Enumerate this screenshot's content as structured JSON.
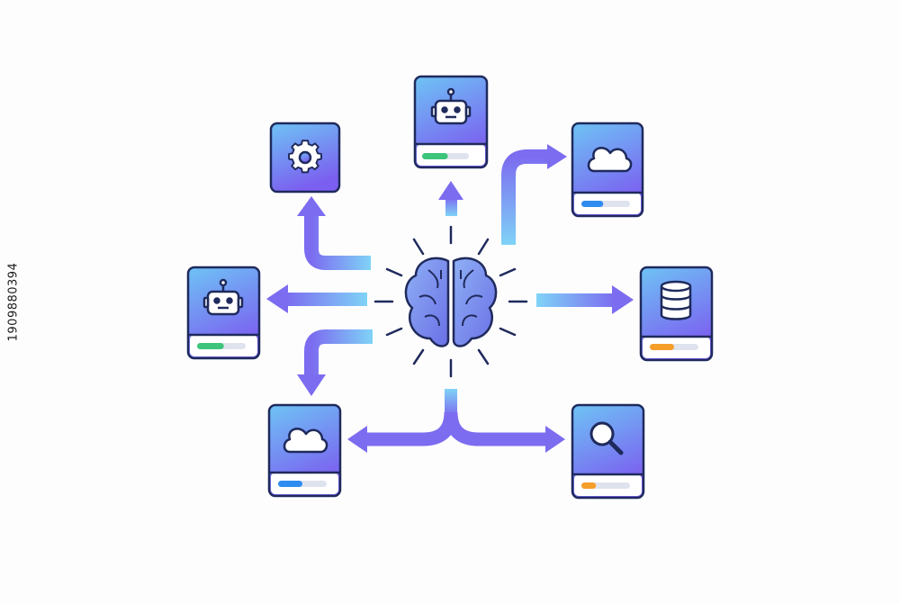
{
  "diagram": {
    "hub": {
      "icon": "brain-icon"
    },
    "nodes": [
      {
        "id": "gear",
        "icon": "gear-icon",
        "has_bar": false
      },
      {
        "id": "robot-top",
        "icon": "robot-icon",
        "has_bar": true,
        "bar_color": "#3cc47a",
        "bar_fill": 0.55
      },
      {
        "id": "cloud-top-right",
        "icon": "cloud-icon",
        "has_bar": true,
        "bar_color": "#2f8cf0",
        "bar_fill": 0.45
      },
      {
        "id": "robot-left",
        "icon": "robot-icon",
        "has_bar": true,
        "bar_color": "#3cc47a",
        "bar_fill": 0.55
      },
      {
        "id": "database-right",
        "icon": "database-icon",
        "has_bar": true,
        "bar_color": "#f59e2a",
        "bar_fill": 0.5
      },
      {
        "id": "cloud-bottom-left",
        "icon": "cloud-icon",
        "has_bar": true,
        "bar_color": "#2f8cf0",
        "bar_fill": 0.5
      },
      {
        "id": "search-bottom-right",
        "icon": "search-icon",
        "has_bar": true,
        "bar_color": "#f59e2a",
        "bar_fill": 0.3
      }
    ],
    "colors": {
      "outline": "#1f2a5c",
      "card_top": "#6ec3f5",
      "card_bottom": "#7b5ff0",
      "arrow_light": "#7fd3f7",
      "arrow_dark": "#7c6cf0",
      "brain": "#6e86e8"
    }
  },
  "watermark": {
    "text": "1909880394"
  }
}
